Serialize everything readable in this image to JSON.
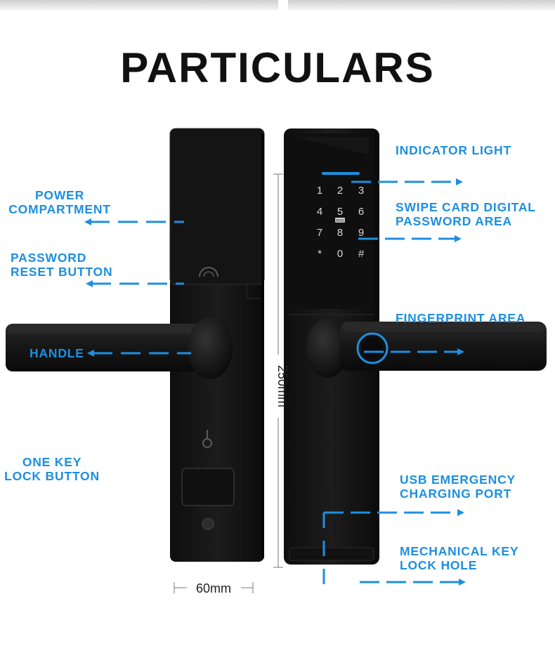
{
  "title": "PARTICULARS",
  "labels": {
    "power_compartment": [
      "POWER",
      "COMPARTMENT"
    ],
    "password_reset": [
      "PASSWORD",
      "RESET BUTTON"
    ],
    "handle": "HANDLE",
    "one_key_lock": [
      "ONE KEY",
      "LOCK BUTTON"
    ],
    "indicator_light": "INDICATOR LIGHT",
    "swipe_card": [
      "SWIPE CARD DIGITAL",
      "PASSWORD AREA"
    ],
    "fingerprint": "FINGERPRINT AREA",
    "usb_port": [
      "USB EMERGENCY",
      "CHARGING PORT"
    ],
    "key_hole": [
      "MECHANICAL KEY",
      "LOCK HOLE"
    ]
  },
  "keypad": [
    "1",
    "2",
    "3",
    "4",
    "5",
    "6",
    "7",
    "8",
    "9",
    "*",
    "0",
    "#"
  ],
  "card_mark": "RFID",
  "dimensions": {
    "height": "250mm",
    "width": "60mm"
  },
  "colors": {
    "accent": "#1d8fe0",
    "body": "#151515",
    "title": "#111111"
  }
}
